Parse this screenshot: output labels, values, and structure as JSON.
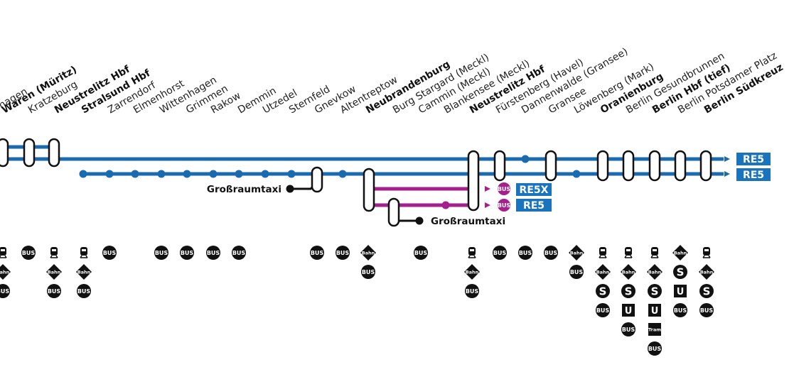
{
  "colors": {
    "line_blue": "#1a6aaf",
    "badge_blue": "#1a74bd",
    "magenta": "#a51f8d",
    "black": "#111111"
  },
  "stations": [
    {
      "name": "...hagen",
      "major": false
    },
    {
      "name": "Waren (Müritz)",
      "major": true
    },
    {
      "name": "Kratzeburg",
      "major": false
    },
    {
      "name": "Neustrelitz Hbf",
      "major": true
    },
    {
      "name": "Stralsund Hbf",
      "major": true
    },
    {
      "name": "Zarrendorf",
      "major": false
    },
    {
      "name": "Elmenhorst",
      "major": false
    },
    {
      "name": "Wittenhagen",
      "major": false
    },
    {
      "name": "Grimmen",
      "major": false
    },
    {
      "name": "Rakow",
      "major": false
    },
    {
      "name": "Demmin",
      "major": false
    },
    {
      "name": "Utzedel",
      "major": false
    },
    {
      "name": "Sternfeld",
      "major": false
    },
    {
      "name": "Gnevkow",
      "major": false
    },
    {
      "name": "Altentreptow",
      "major": false
    },
    {
      "name": "Neubrandenburg",
      "major": true
    },
    {
      "name": "Burg Stargard (Meckl)",
      "major": false
    },
    {
      "name": "Cammin (Meckl)",
      "major": false
    },
    {
      "name": "Blankensee (Meckl)",
      "major": false
    },
    {
      "name": "Neustrelitz Hbf",
      "major": true
    },
    {
      "name": "Fürstenberg (Havel)",
      "major": false
    },
    {
      "name": "Dannenwalde (Gransee)",
      "major": false
    },
    {
      "name": "Gransee",
      "major": false
    },
    {
      "name": "Löwenberg (Mark)",
      "major": false
    },
    {
      "name": "Oranienburg",
      "major": true
    },
    {
      "name": "Berlin Gesundbrunnen",
      "major": false
    },
    {
      "name": "Berlin Hbf (tief)",
      "major": true
    },
    {
      "name": "Berlin Potsdamer Platz",
      "major": false
    },
    {
      "name": "Berlin Südkreuz",
      "major": true
    }
  ],
  "routes": [
    {
      "label": "RE5",
      "color": "#1a74bd"
    },
    {
      "label": "RE5",
      "color": "#1a74bd"
    },
    {
      "label": "RE5X",
      "color": "#1a74bd",
      "bus": "BUS"
    },
    {
      "label": "RE5",
      "color": "#1a74bd",
      "bus": "BUS"
    }
  ],
  "taxi": [
    "Großraumtaxi",
    "Großraumtaxi"
  ],
  "icon_labels": {
    "bus": "BUS",
    "bahn": "Bahn",
    "tram": "Tram",
    "s": "S",
    "u": "U"
  },
  "connections": [
    [
      "train-icon",
      "bahn-icon",
      "bus-icon"
    ],
    [
      "bus-icon"
    ],
    [
      "train-icon",
      "bahn-icon",
      "bus-icon"
    ],
    [
      "train-icon",
      "bahn-icon",
      "bus-icon"
    ],
    [
      "bus-icon"
    ],
    [
      "bus-icon"
    ],
    [
      "bus-icon"
    ],
    [
      "bus-icon"
    ],
    [
      "bus-icon"
    ],
    [
      "bus-icon"
    ],
    [
      "bus-icon"
    ],
    [
      "bahn-icon",
      "bus-icon"
    ],
    [
      "bus-icon"
    ],
    [
      "train-icon",
      "bahn-icon",
      "bus-icon"
    ],
    [
      "bus-icon"
    ],
    [
      "bus-icon"
    ],
    [
      "bus-icon"
    ],
    [
      "bahn-icon",
      "bus-icon"
    ],
    [
      "train-icon",
      "bahn-icon",
      "s-bahn-icon",
      "bus-icon"
    ],
    [
      "train-icon",
      "bahn-icon",
      "s-bahn-icon",
      "u-bahn-icon",
      "bus-icon"
    ],
    [
      "train-icon",
      "bahn-icon",
      "s-bahn-icon",
      "u-bahn-icon",
      "tram-icon",
      "bus-icon"
    ],
    [
      "bahn-icon",
      "s-bahn-icon",
      "u-bahn-icon",
      "bus-icon"
    ],
    [
      "train-icon",
      "bahn-icon",
      "s-bahn-icon",
      "bus-icon"
    ]
  ]
}
